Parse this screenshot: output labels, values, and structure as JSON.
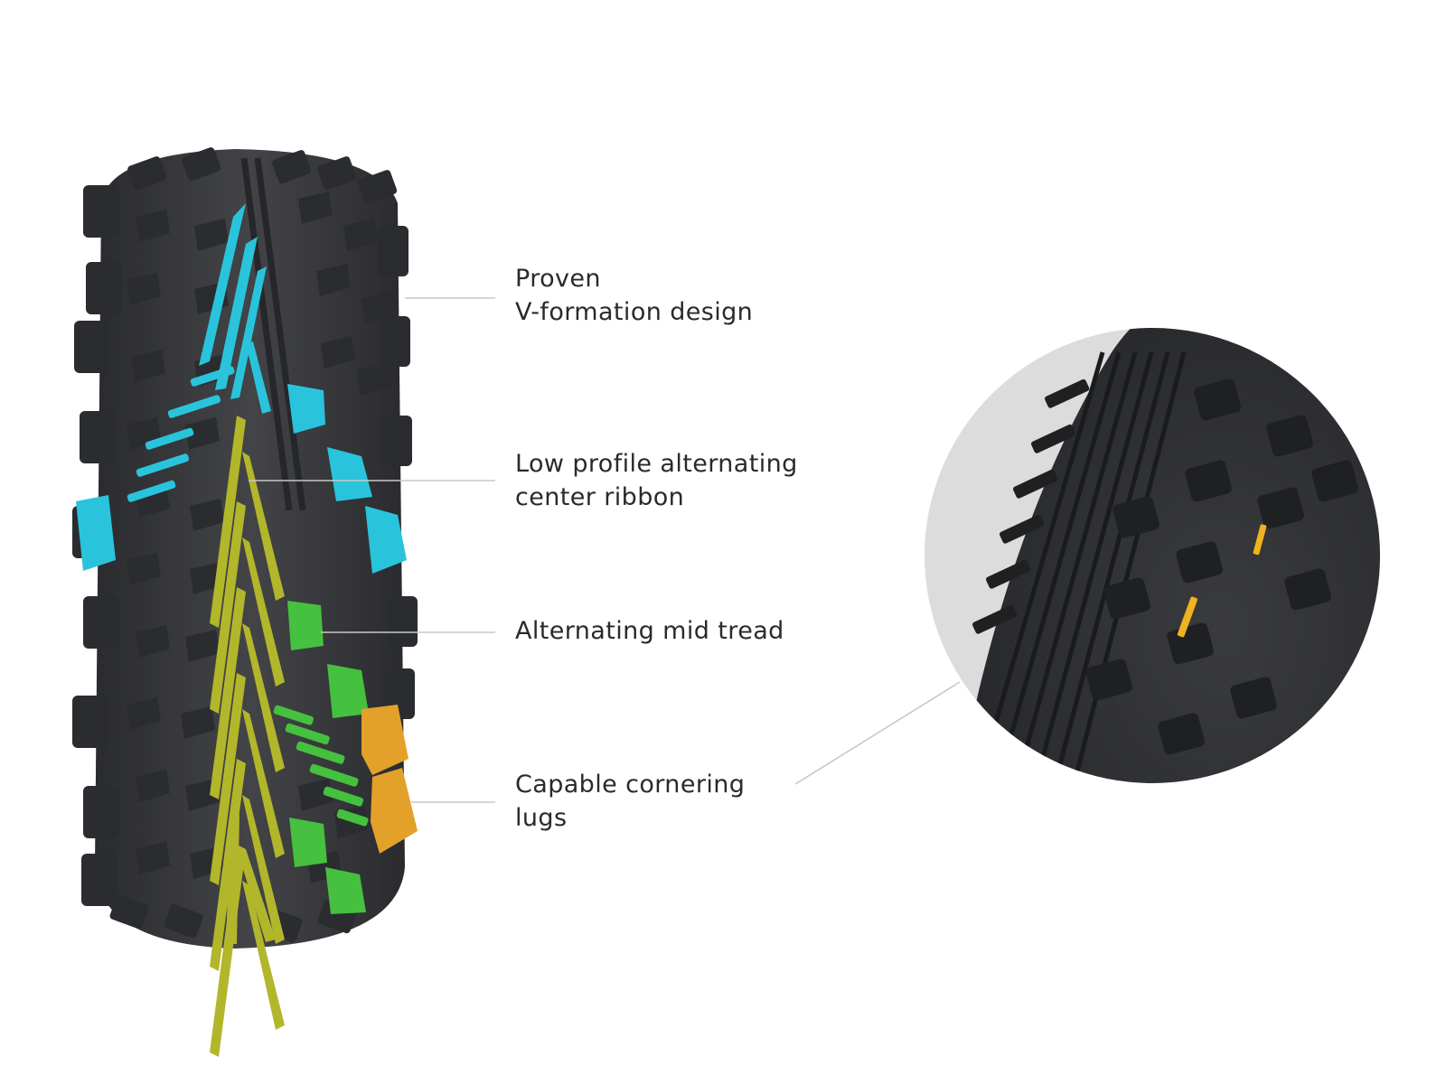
{
  "colors": {
    "background": "#ffffff",
    "tire": "#3a3b3d",
    "tire_dark": "#26272a",
    "tread_block": "#2b2c2f",
    "v_formation": "#29c4dc",
    "center_ribbon": "#b2b62a",
    "mid_tread": "#45c03f",
    "cornering_lugs": "#e3a12a",
    "leader_line": "#c8c8c8",
    "text": "#2a2a2a",
    "zoom_background": "#dcdcdc",
    "zoom_accent": "#f0b21e"
  },
  "callouts": [
    {
      "name": "v-formation",
      "line1": "Proven",
      "line2": "V-formation design"
    },
    {
      "name": "center-ribbon",
      "line1": "Low profile alternating",
      "line2": "center ribbon"
    },
    {
      "name": "mid-tread",
      "line1": "Alternating mid tread",
      "line2": ""
    },
    {
      "name": "cornering-lugs",
      "line1": "Capable cornering",
      "line2": "lugs"
    }
  ],
  "icons": {
    "tire": "tire-tread-illustration",
    "zoom": "tire-closeup-magnifier"
  }
}
